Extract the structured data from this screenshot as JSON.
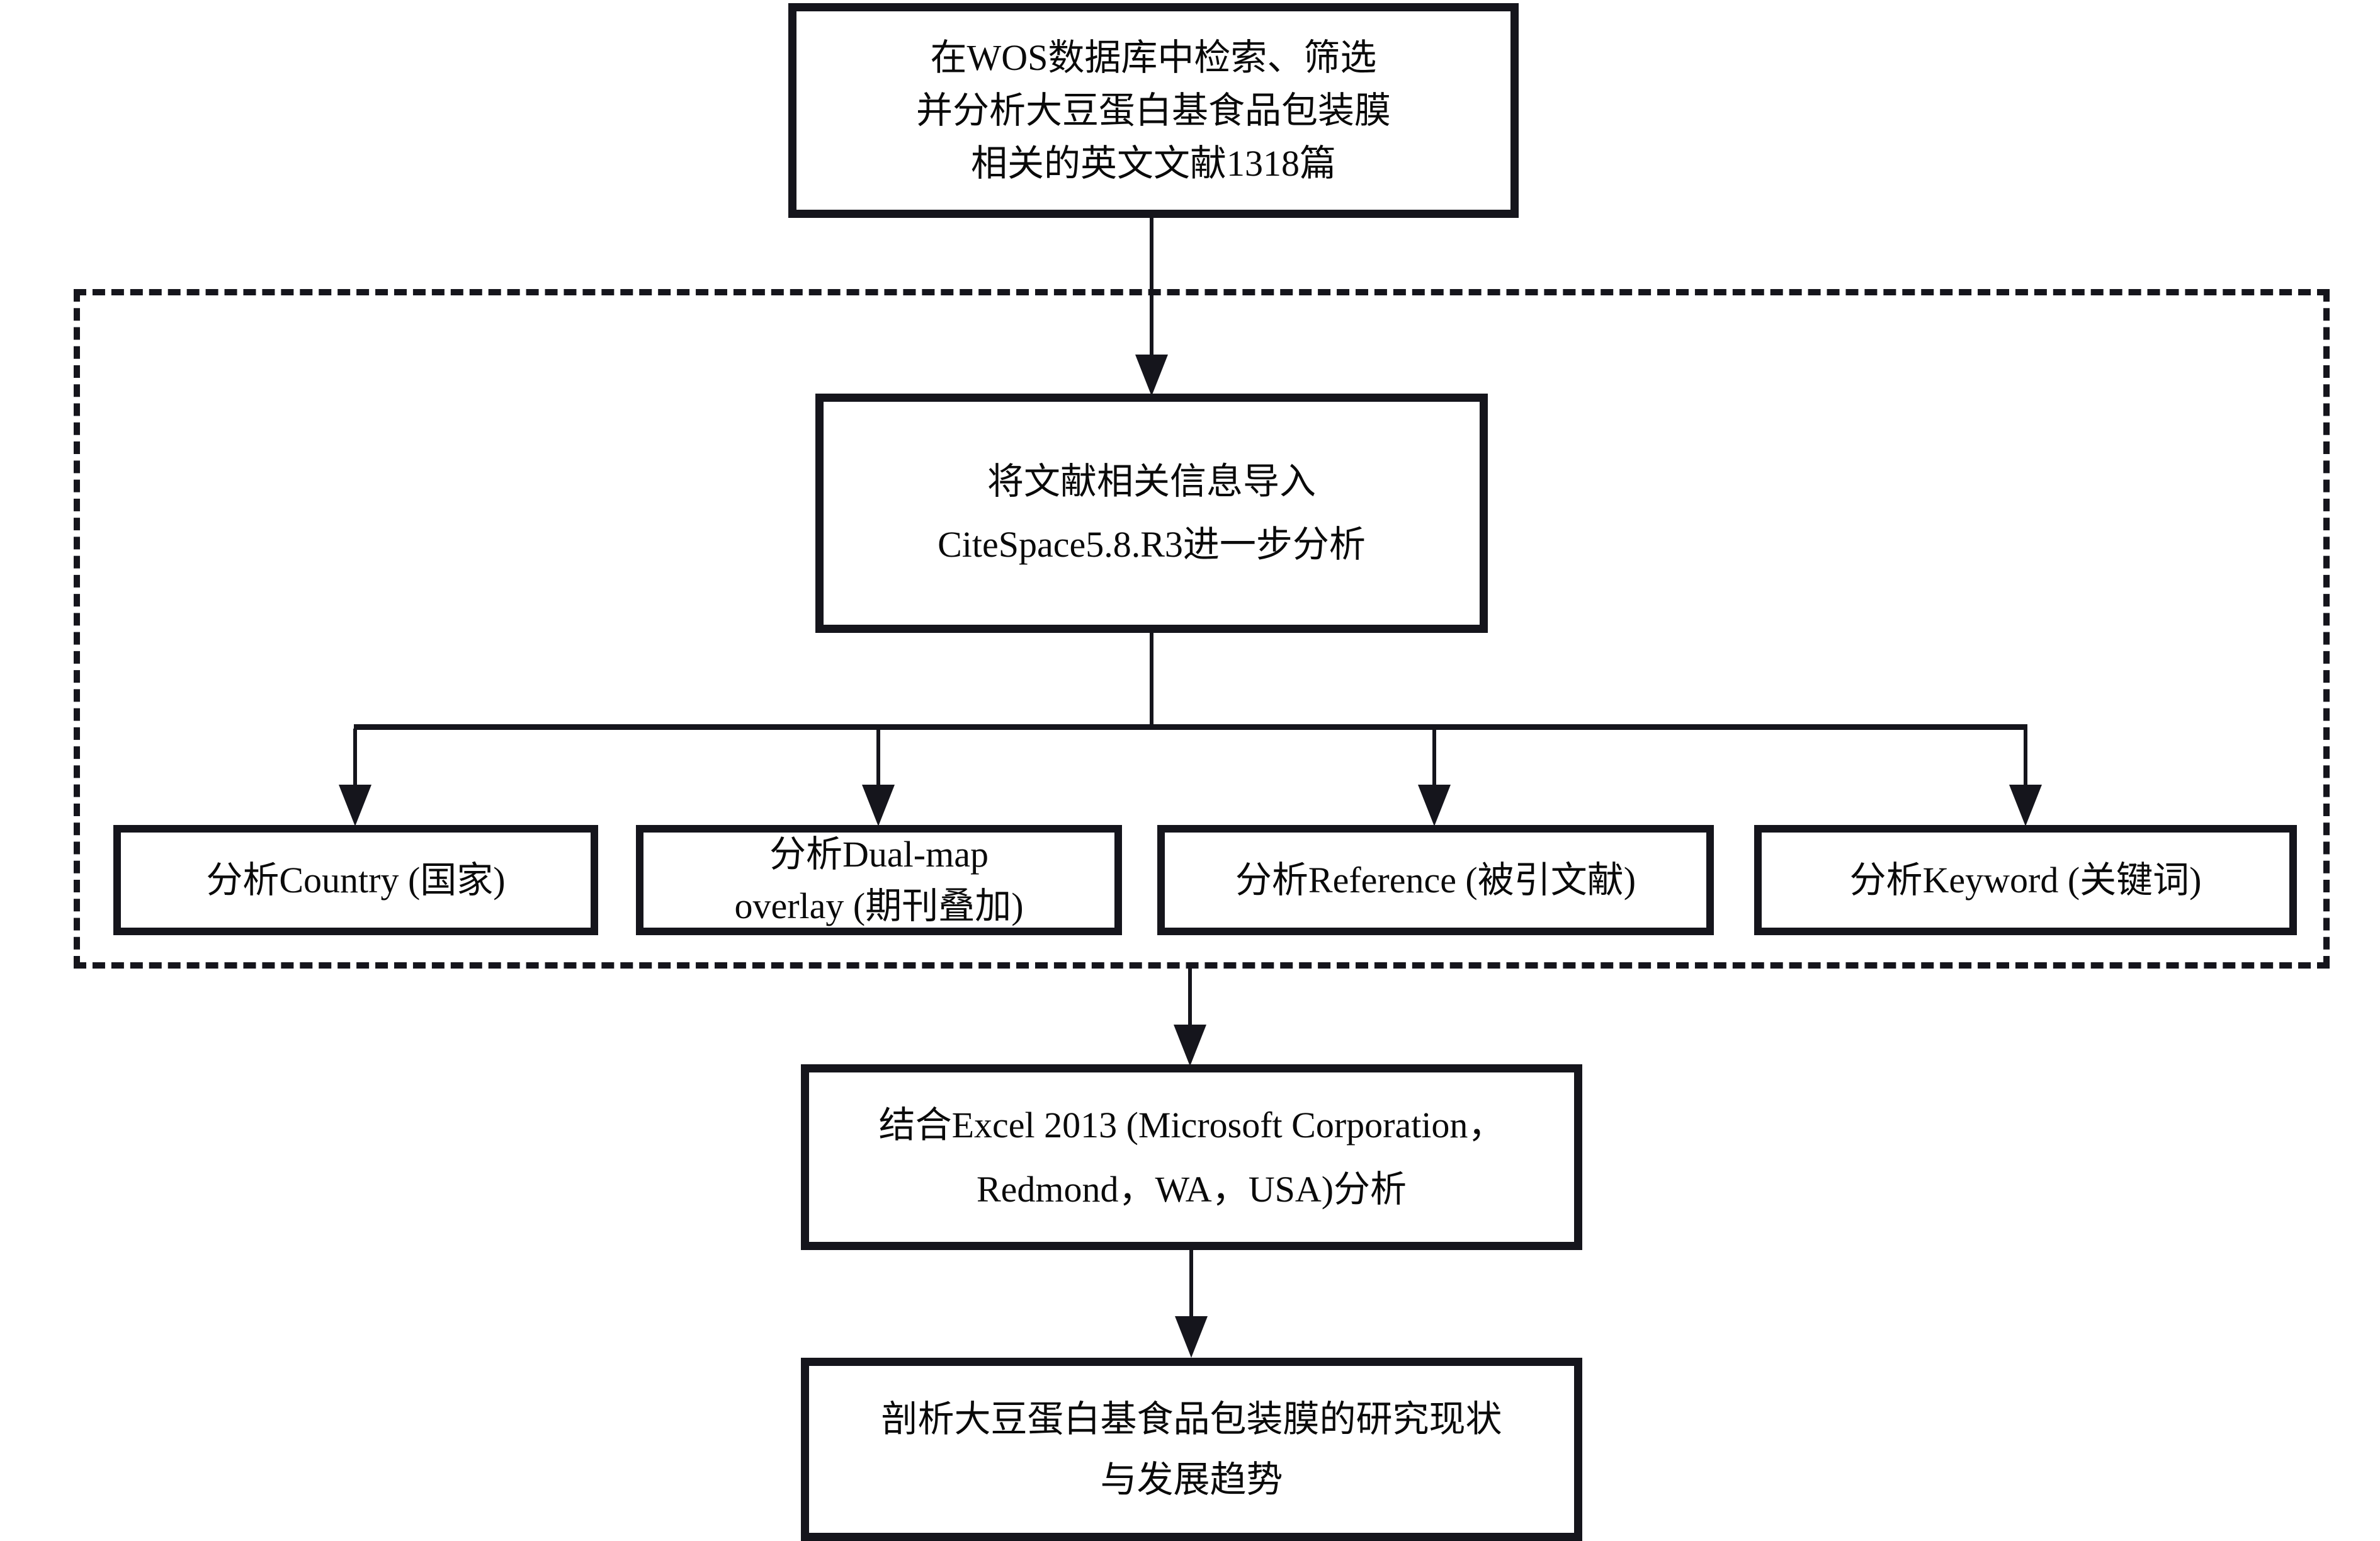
{
  "colors": {
    "line": "#15151c",
    "text": "#0a0a0a",
    "background": "#ffffff"
  },
  "nodes": {
    "wos": {
      "id": "wos-search",
      "lines": [
        "在WOS数据库中检索、筛选",
        "并分析大豆蛋白基食品包装膜",
        "相关的英文文献1318篇"
      ]
    },
    "citespace": {
      "id": "citespace-import",
      "lines": [
        "将文献相关信息导入",
        "CiteSpace5.8.R3进一步分析"
      ]
    },
    "country": {
      "id": "analyze-country",
      "lines": [
        "分析Country (国家)"
      ]
    },
    "dualmap": {
      "id": "analyze-dualmap",
      "lines": [
        "分析Dual-map",
        "overlay (期刊叠加)"
      ]
    },
    "reference": {
      "id": "analyze-reference",
      "lines": [
        "分析Reference (被引文献)"
      ]
    },
    "keyword": {
      "id": "analyze-keyword",
      "lines": [
        "分析Keyword (关键词)"
      ]
    },
    "excel": {
      "id": "excel-analysis",
      "lines": [
        "结合Excel 2013 (Microsoft Corporation，",
        "Redmond，WA，USA)分析"
      ]
    },
    "conclusion": {
      "id": "conclusion",
      "lines": [
        "剖析大豆蛋白基食品包装膜的研究现状",
        "与发展趋势"
      ]
    }
  },
  "edges": [
    {
      "from": "wos-search",
      "to": "citespace-import"
    },
    {
      "from": "citespace-import",
      "to": "analyze-country"
    },
    {
      "from": "citespace-import",
      "to": "analyze-dualmap"
    },
    {
      "from": "citespace-import",
      "to": "analyze-reference"
    },
    {
      "from": "citespace-import",
      "to": "analyze-keyword"
    },
    {
      "from": "citespace-group",
      "to": "excel-analysis"
    },
    {
      "from": "excel-analysis",
      "to": "conclusion"
    }
  ]
}
